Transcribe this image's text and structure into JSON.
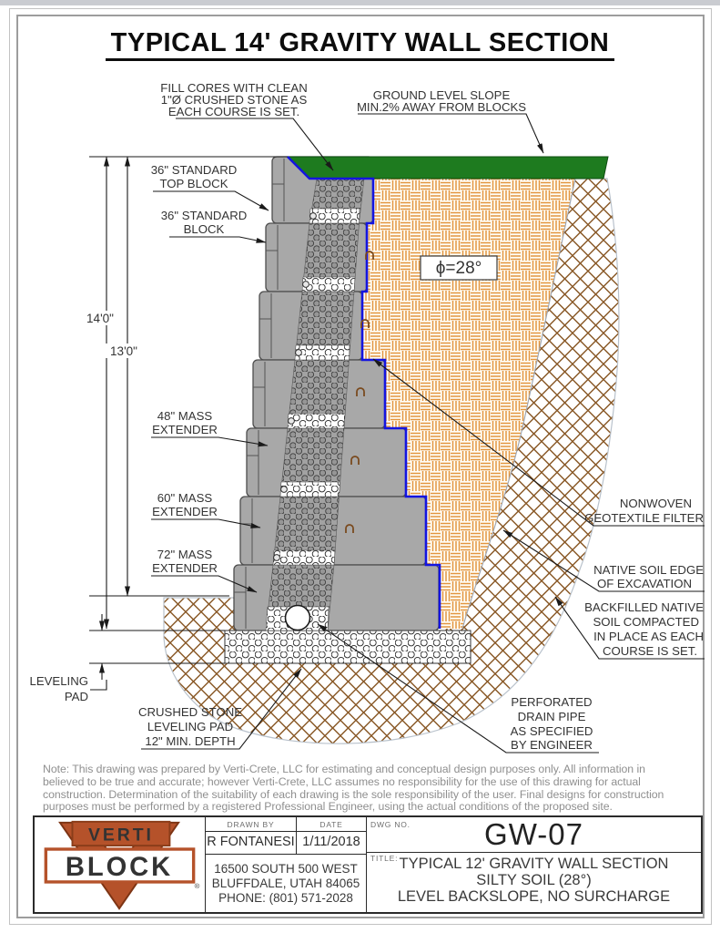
{
  "header": {
    "title": "TYPICAL 14' GRAVITY WALL SECTION"
  },
  "callouts": {
    "fill_cores": {
      "lines": [
        "FILL CORES WITH CLEAN",
        "1\"Ø CRUSHED STONE AS",
        "EACH COURSE IS SET."
      ]
    },
    "ground_level": {
      "lines": [
        "GROUND LEVEL SLOPE",
        "MIN.2% AWAY FROM BLOCKS"
      ]
    },
    "top_block": {
      "lines": [
        "36\" STANDARD",
        "TOP BLOCK"
      ]
    },
    "standard_block": {
      "lines": [
        "36\" STANDARD",
        "BLOCK"
      ]
    },
    "mass_extender_48": {
      "lines": [
        "48\" MASS",
        "EXTENDER"
      ]
    },
    "mass_extender_60": {
      "lines": [
        "60\" MASS",
        "EXTENDER"
      ]
    },
    "mass_extender_72": {
      "lines": [
        "72\" MASS",
        "EXTENDER"
      ]
    },
    "leveling_pad": {
      "lines": [
        "LEVELING",
        "PAD"
      ]
    },
    "crushed_stone_pad": {
      "lines": [
        "CRUSHED STONE",
        "LEVELING PAD",
        "12\" MIN. DEPTH"
      ]
    },
    "nonwoven_geotextile": {
      "lines": [
        "NONWOVEN",
        "GEOTEXTILE FILTER"
      ]
    },
    "native_soil_edge": {
      "lines": [
        "NATIVE SOIL EDGE",
        "OF EXCAVATION"
      ]
    },
    "backfilled_soil": {
      "lines": [
        "BACKFILLED NATIVE",
        "SOIL COMPACTED",
        "IN PLACE AS EACH",
        "COURSE IS SET."
      ]
    },
    "drain_pipe": {
      "lines": [
        "PERFORATED",
        "DRAIN PIPE",
        "AS SPECIFIED",
        "BY ENGINEER"
      ]
    }
  },
  "dimensions": {
    "total_height": "14'0\"",
    "exposed_height": "13'0\"",
    "soil_friction_angle": "ϕ=28°"
  },
  "note_lines": [
    "Note: This drawing was prepared by Verti-Crete, LLC for estimating and conceptual design purposes only.  All information in",
    "believed to be true and accurate; however Verti-Crete, LLC assumes no responsibility for the use of this drawing for actual",
    "construction.  Determination of the suitability of each drawing is the sole responsibility of the user.  Final designs for construction",
    "purposes must be performed by a registered Professional Engineer, using the actual conditions of the proposed site."
  ],
  "title_block": {
    "drawn_by_label": "DRAWN BY",
    "drawn_by": "R FONTANESI",
    "date_label": "DATE",
    "date": "1/11/2018",
    "dwg_no_label": "DWG NO.",
    "dwg_no": "GW-07",
    "title_label": "TITLE:",
    "title_lines": [
      "TYPICAL 12' GRAVITY WALL SECTION",
      "SILTY SOIL (28°)",
      "LEVEL BACKSLOPE, NO SURCHARGE"
    ],
    "address_lines": [
      "16500 SOUTH 500 WEST",
      "BLUFFDALE, UTAH 84065",
      "PHONE: (801) 571-2028"
    ],
    "logo_word_top": "VERTI",
    "logo_word_bottom": "BLOCK",
    "logo_reg_mark": "®"
  },
  "colors": {
    "grass_green": "#1e7b1f",
    "geotextile_blue": "#1414e0",
    "block_gray": "#a8a8a8",
    "backfill_tan": "#e2953f",
    "native_soil_brown": "#8a5a28",
    "logo_orange": "#b5522a"
  }
}
